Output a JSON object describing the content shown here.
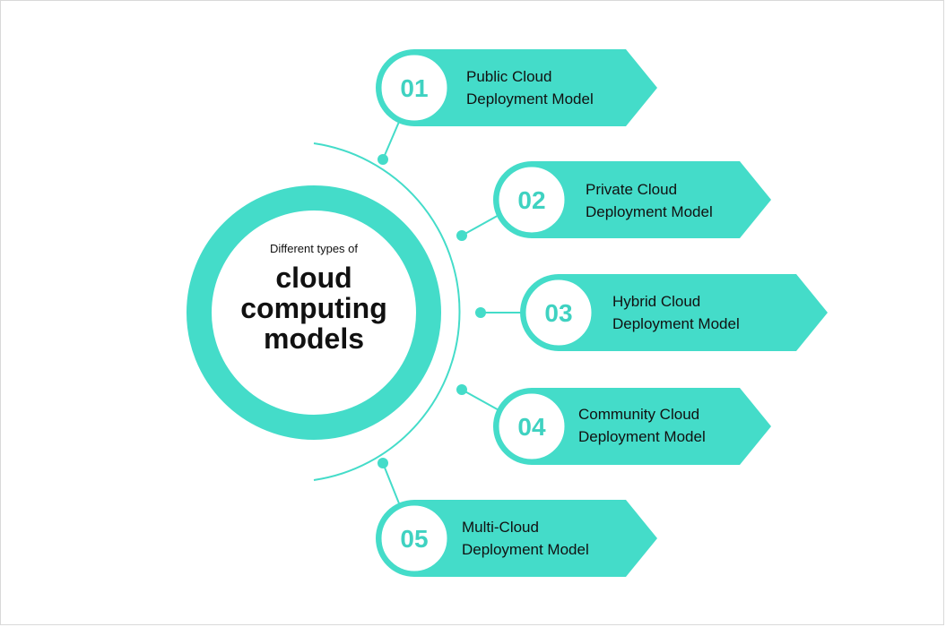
{
  "center": {
    "subtitle": "Different types of",
    "title_lines": [
      "cloud",
      "computing",
      "models"
    ]
  },
  "items": [
    {
      "number": "01",
      "label_line1": "Public Cloud",
      "label_line2": "Deployment Model"
    },
    {
      "number": "02",
      "label_line1": "Private Cloud",
      "label_line2": "Deployment Model"
    },
    {
      "number": "03",
      "label_line1": "Hybrid Cloud",
      "label_line2": "Deployment Model"
    },
    {
      "number": "04",
      "label_line1": "Community Cloud",
      "label_line2": "Deployment Model"
    },
    {
      "number": "05",
      "label_line1": "Multi-Cloud",
      "label_line2": "Deployment Model"
    }
  ],
  "colors": {
    "accent": "#44dcc9",
    "number": "#3fd2c1",
    "text": "#111111"
  }
}
